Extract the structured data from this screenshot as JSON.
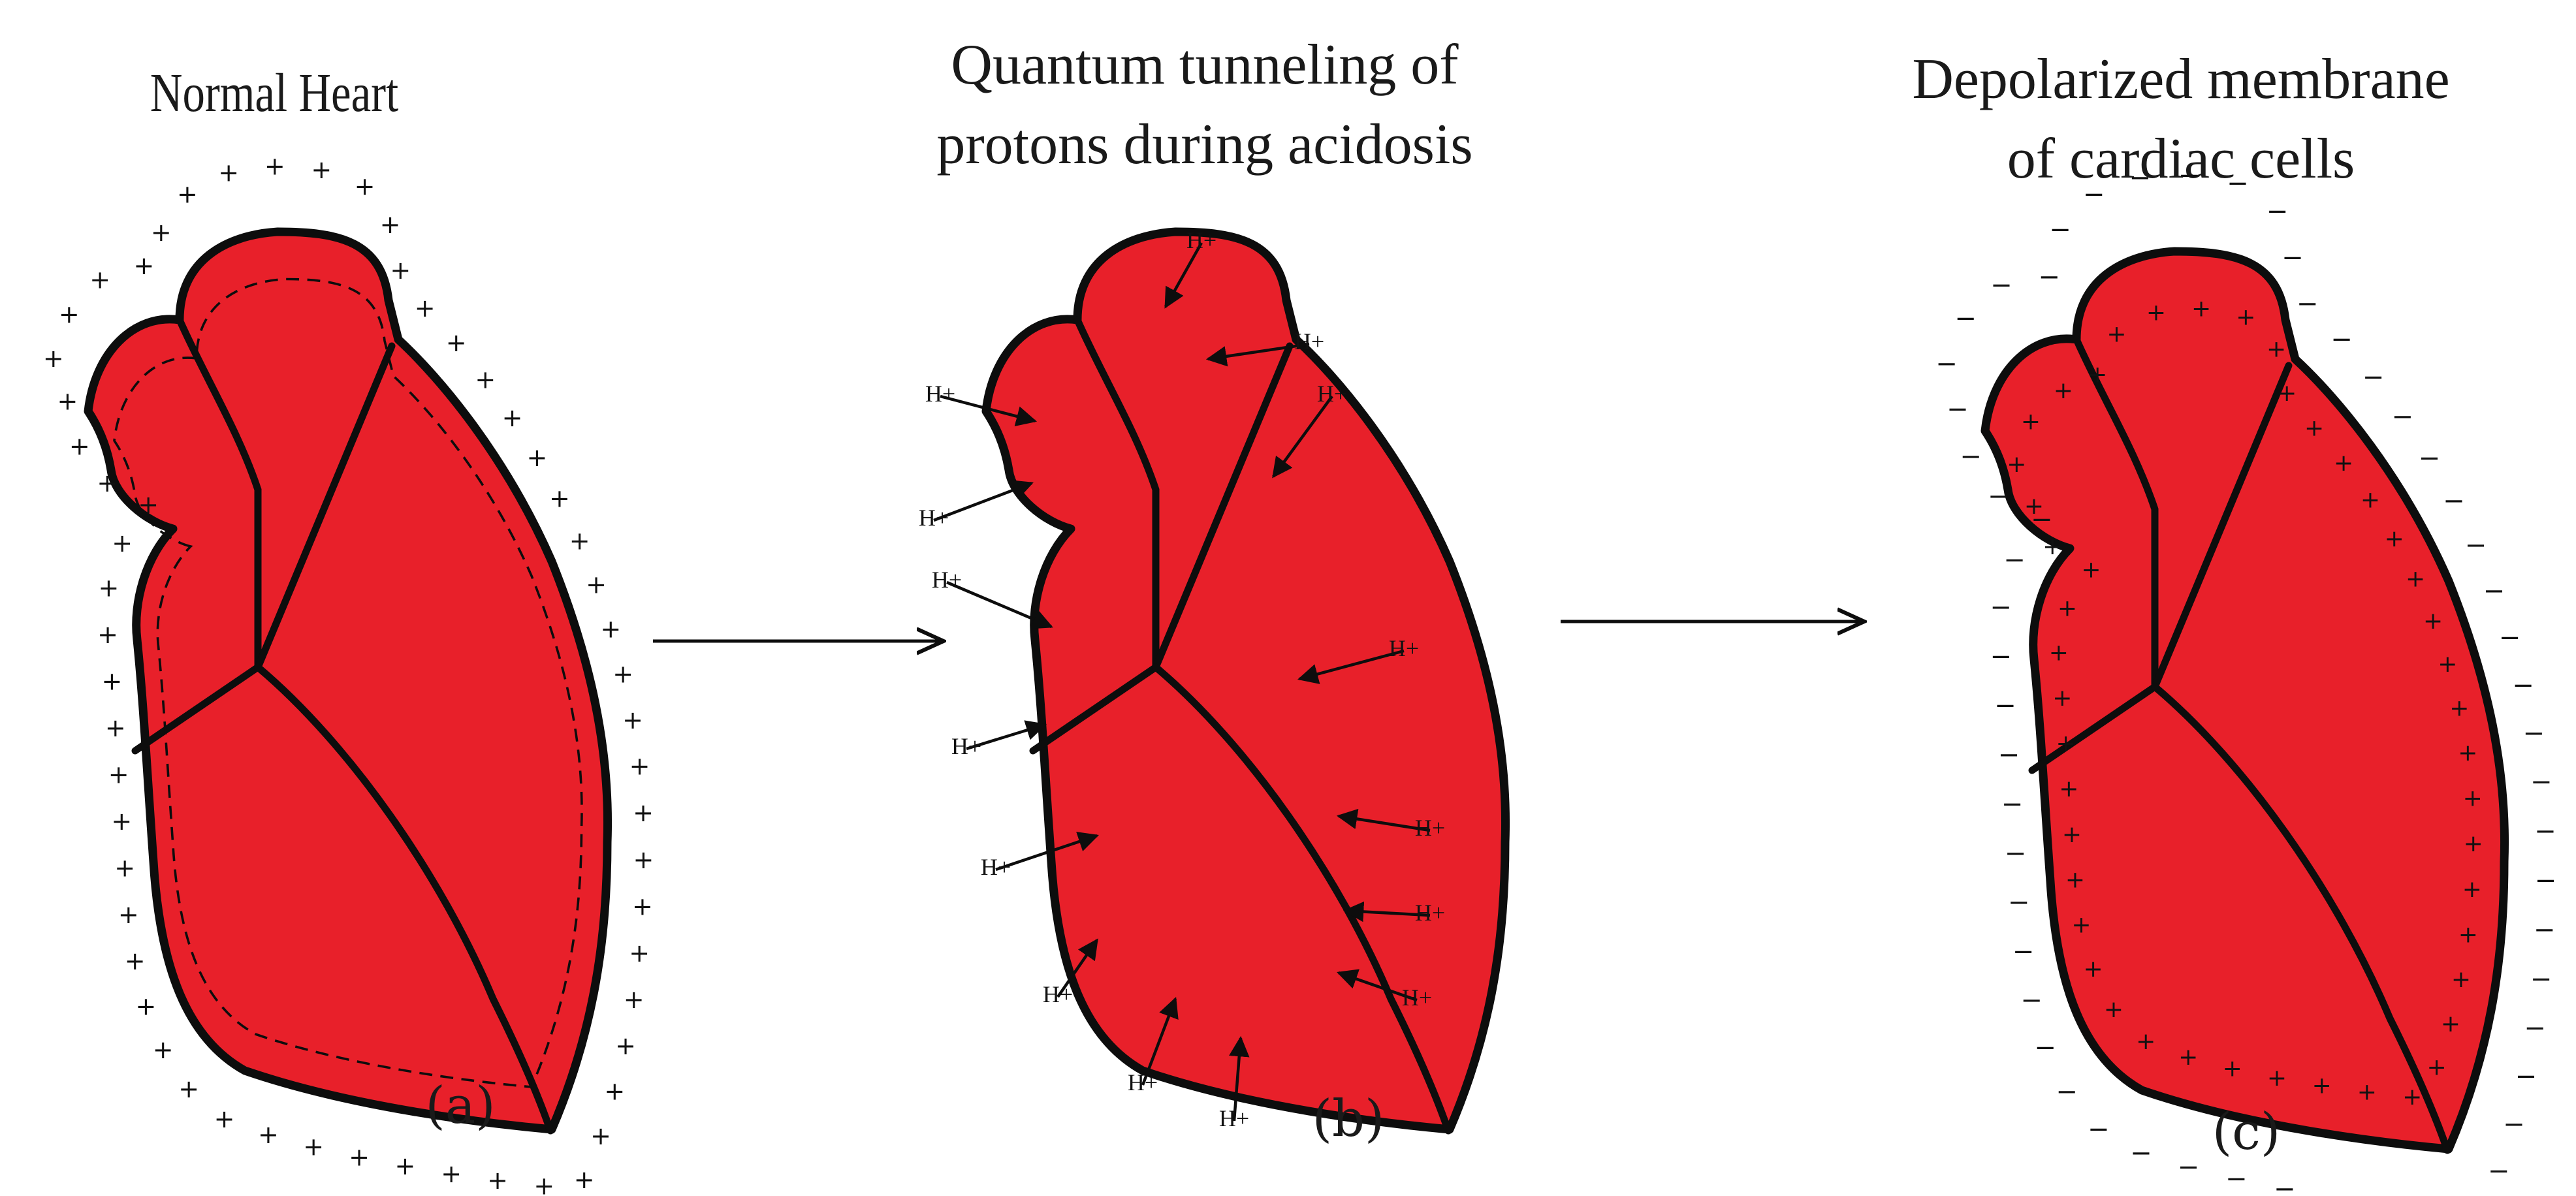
{
  "panels": [
    {
      "id": "a",
      "title_lines": [
        "Normal Heart"
      ],
      "caption": "(a)",
      "outer_sign": "+",
      "inner_sign": null
    },
    {
      "id": "b",
      "title_lines": [
        "Quantum tunneling of",
        "protons during acidosis"
      ],
      "caption": "(b)",
      "ion_label": "H+"
    },
    {
      "id": "c",
      "title_lines": [
        "Depolarized membrane",
        "of cardiac cells"
      ],
      "caption": "(c)",
      "outer_sign": "−",
      "inner_sign": "+"
    }
  ],
  "colors": {
    "heart_fill": "#e8202a",
    "outline": "#0d0d0d",
    "text": "#1a1a1a",
    "background": "#ffffff"
  }
}
